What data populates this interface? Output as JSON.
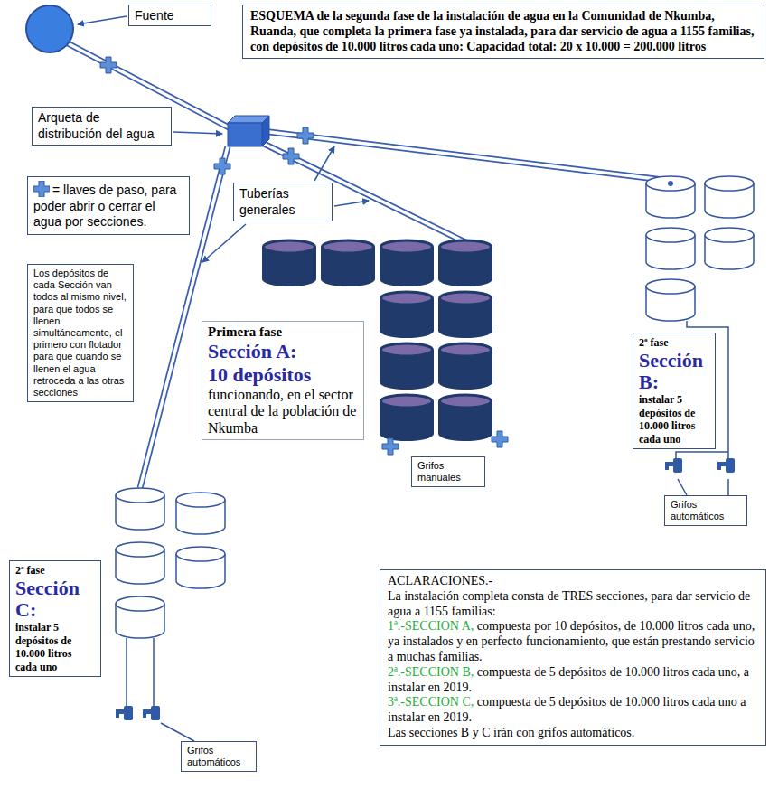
{
  "diagram": {
    "title": "ESQUEMA de la segunda fase de la instalación de agua en la Comunidad de Nkumba, Ruanda, que completa la primera fase ya instalada, para dar servicio de agua a 1155 familias, con depósitos de 10.000 litros cada uno: Capacidad total: 20 x 10.000 = 200.000 litros",
    "nodes": [
      {
        "text": [
          "Fuente"
        ]
      },
      {
        "text": [
          "Arqueta de distribución del agua"
        ]
      },
      {
        "text": [
          "Tuberías generales"
        ]
      },
      {
        "text": [
          "Los depósitos de cada Sección van todos al mismo nivel, para que todos se llenen simultáneamente, el primero con flotador para que cuando se llenen el agua retroceda a las otras secciones"
        ]
      },
      {
        "text": [
          "Primera fase",
          "Sección A:",
          "10 depósitos",
          "funcionando, en el sector central de la población de Nkumba"
        ]
      },
      {
        "text": [
          "Grifos manuales"
        ]
      },
      {
        "text": [
          "2ª fase",
          "Sección B:",
          "instalar 5 depósitos de 10.000 litros cada uno"
        ]
      },
      {
        "text": [
          "Grifos automáticos"
        ]
      },
      {
        "text": [
          "2ª fase",
          "Sección C:",
          "instalar 5 depósitos de 10.000 litros cada uno"
        ]
      },
      {
        "text": [
          "Grifos automáticos"
        ]
      },
      {
        "text": [
          "ACLARACIONES.-",
          "La instalación completa consta de TRES secciones, para dar servicio de agua a 1155 familias:",
          "1ª.-SECCION A,",
          "compuesta por 10 depósitos, de 10.000 litros cada uno, ya instalados y en perfecto funcionamiento, que están prestando servicio a muchas familias.",
          "2ª.-SECCION B,",
          "compuesta de 5 depósitos de 10.000 litros cada uno, a instalar en 2019.",
          "3ª.-SECCION C,",
          "compuesta de 5 depósitos de 10.000 litros cada uno a instalar en 2019.",
          "Las secciones B y C irán con grifos automáticos."
        ]
      }
    ],
    "legend": [
      {
        "text": "= llaves de paso, para poder abrir o cerrar el agua por secciones."
      }
    ]
  }
}
